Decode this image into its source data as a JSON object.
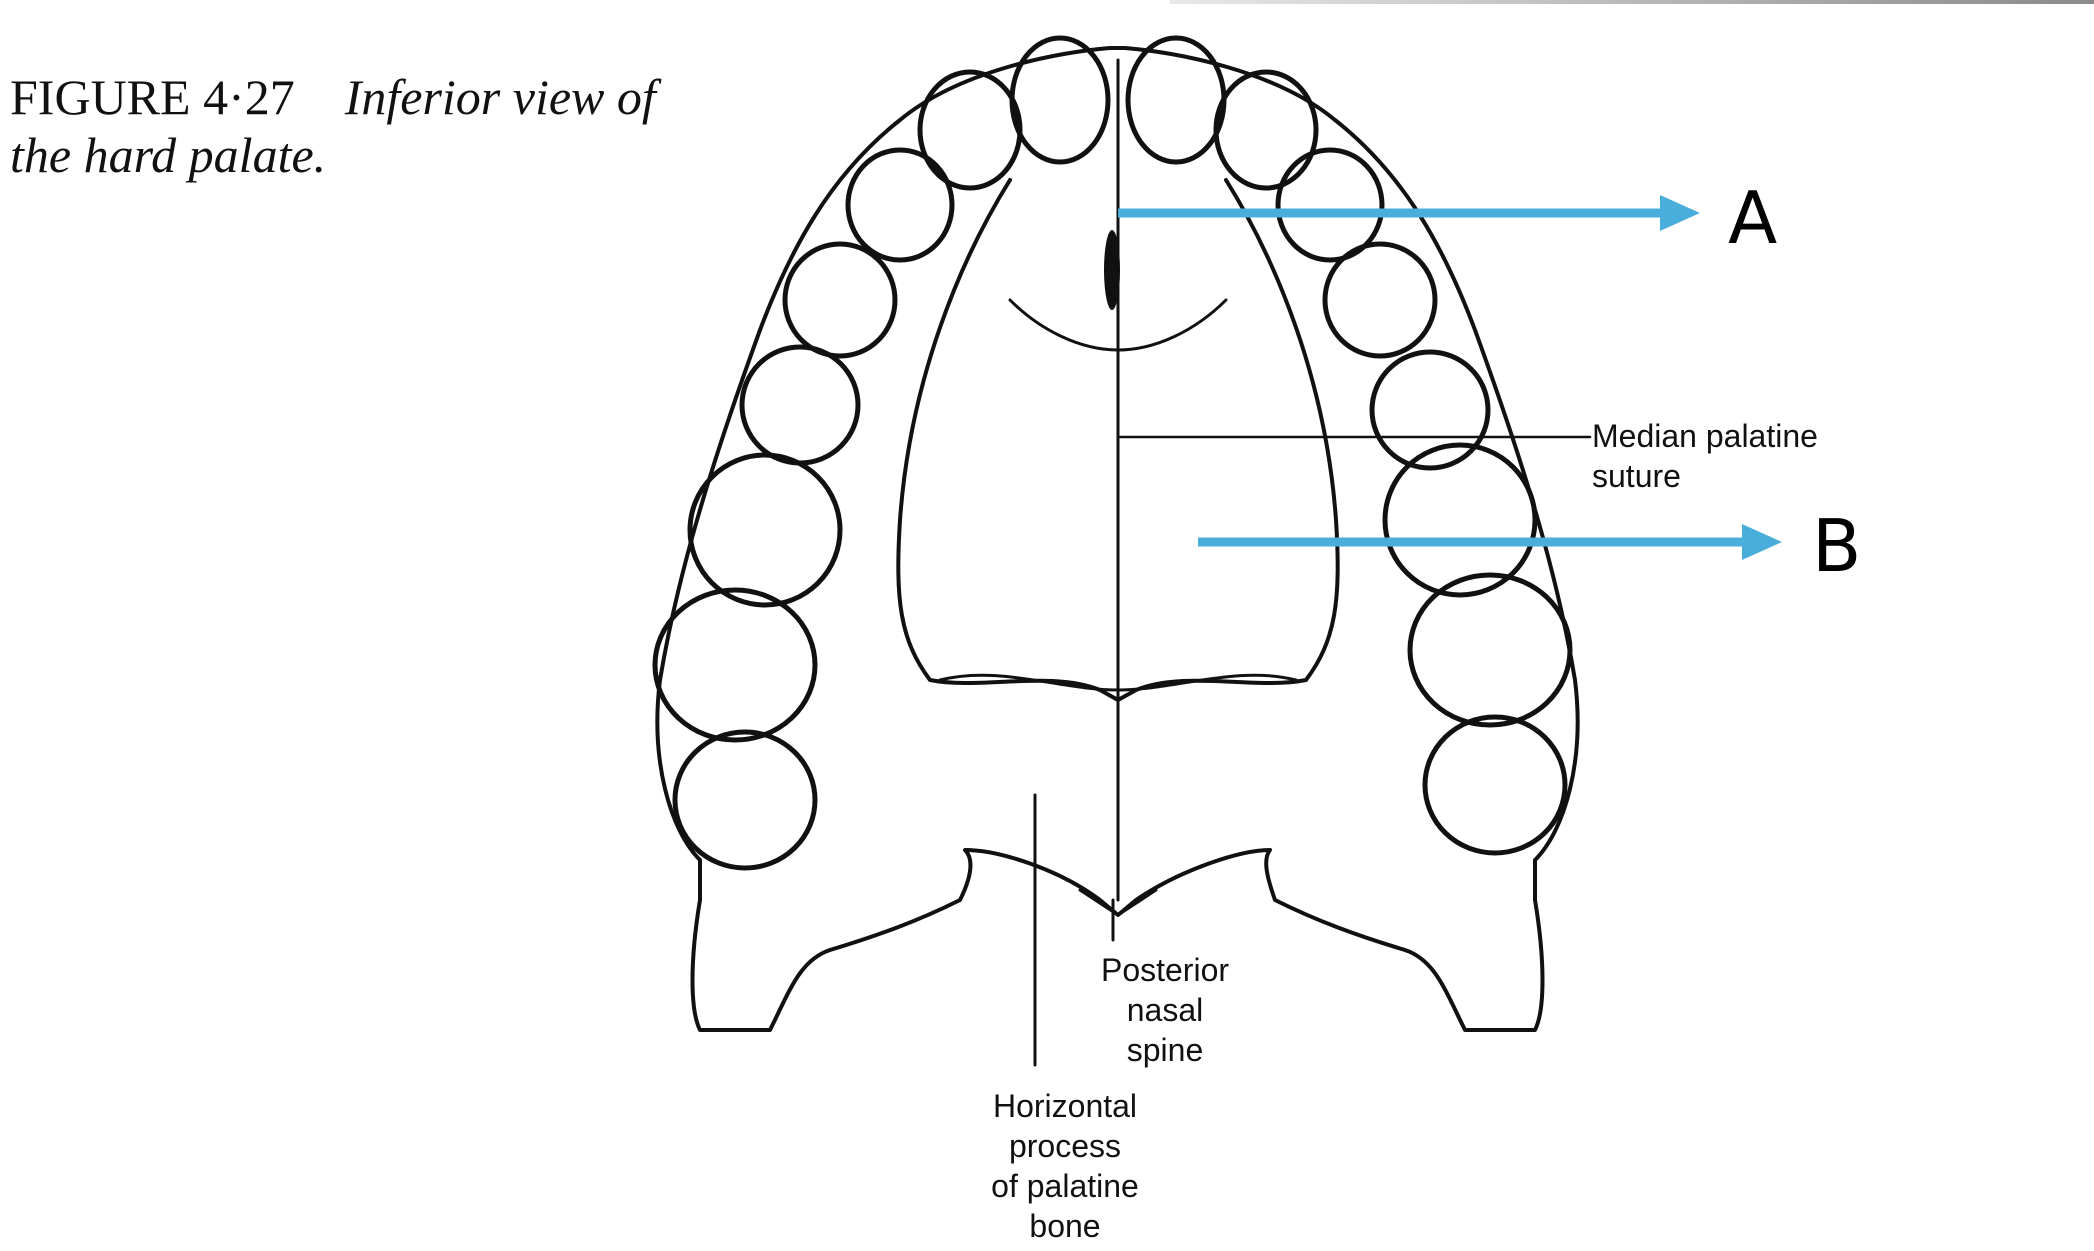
{
  "caption": {
    "figure_number": "FIGURE 4·27",
    "title_line1": "Inferior view of",
    "title_line2": "the hard palate."
  },
  "labels": {
    "median_palatine_suture_line1": "Median palatine",
    "median_palatine_suture_line2": "suture",
    "posterior_nasal_spine_line1": "Posterior",
    "posterior_nasal_spine_line2": "nasal",
    "posterior_nasal_spine_line3": "spine",
    "horizontal_process_line1": "Horizontal",
    "horizontal_process_line2": "process",
    "horizontal_process_line3": "of palatine",
    "horizontal_process_line4": "bone"
  },
  "markers": {
    "a": "A",
    "b": "B"
  },
  "colors": {
    "arrow": "#4aaedc",
    "ink": "#111111",
    "background": "#ffffff"
  }
}
